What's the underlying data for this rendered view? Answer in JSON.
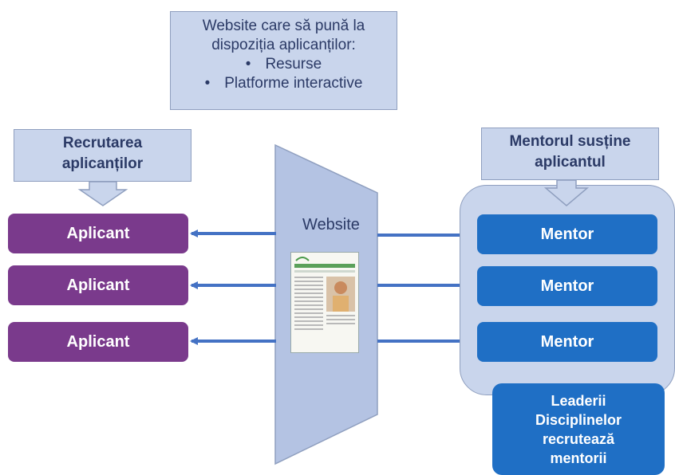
{
  "top_box": {
    "title_line1": "Website care să pună la",
    "title_line2": "dispoziția  aplicanților:",
    "bullets": [
      "Resurse",
      "Platforme interactive"
    ]
  },
  "recruit_box": {
    "line1": "Recrutarea",
    "line2": "aplicanților"
  },
  "mentor_head_box": {
    "line1": "Mentorul susține",
    "line2": "aplicantul"
  },
  "website_label": "Website",
  "applicants": [
    "Aplicant",
    "Aplicant",
    "Aplicant"
  ],
  "mentors": [
    "Mentor",
    "Mentor",
    "Mentor"
  ],
  "leaders": {
    "line1": "Leaderii",
    "line2": "Disciplinelor",
    "line3": "recrutează",
    "line4": "mentorii"
  },
  "colors": {
    "applicant": "#7a3a8c",
    "mentor": "#1f6fc5",
    "callout_fill": "#c9d5ec",
    "arrow": "#4472c4"
  }
}
